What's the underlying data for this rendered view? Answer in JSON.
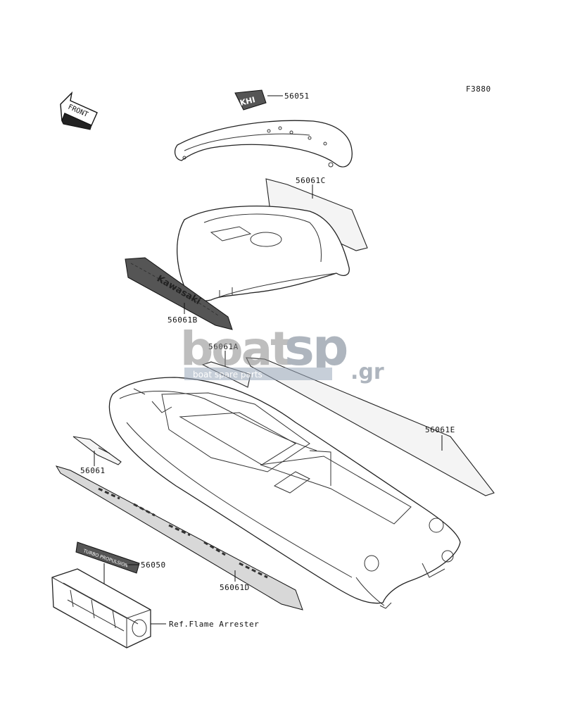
{
  "figure_code": "F3880",
  "front_arrow_label": "FRONT",
  "parts": [
    {
      "id": "p56051",
      "label": "56051"
    },
    {
      "id": "p56061C",
      "label": "56061C"
    },
    {
      "id": "p56061B",
      "label": "56061B"
    },
    {
      "id": "p56061A",
      "label": "56061A"
    },
    {
      "id": "p56061E",
      "label": "56061E"
    },
    {
      "id": "p56061",
      "label": "56061"
    },
    {
      "id": "p56050",
      "label": "56050"
    },
    {
      "id": "p56061D",
      "label": "56061D"
    }
  ],
  "reference_label": "Ref.Flame Arrester",
  "decal_text": {
    "kawasaki": "Kawasaki",
    "logo": "KHI",
    "flame_plate": "TURBO PROPULSION"
  },
  "watermark": {
    "word_boat": "boat",
    "word_sp": "sp",
    "suffix": ".gr",
    "tagline": "boat spare parts"
  }
}
